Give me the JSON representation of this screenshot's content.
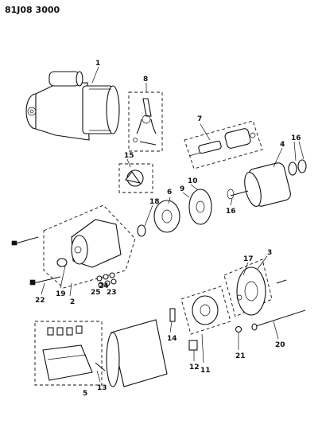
{
  "diagram_code": "81J08 3000",
  "callouts": [
    "1",
    "2",
    "3",
    "4",
    "5",
    "6",
    "7",
    "8",
    "9",
    "10",
    "11",
    "12",
    "13",
    "14",
    "15",
    "16",
    "16",
    "17",
    "18",
    "19",
    "20",
    "21",
    "22",
    "23",
    "24",
    "25"
  ]
}
